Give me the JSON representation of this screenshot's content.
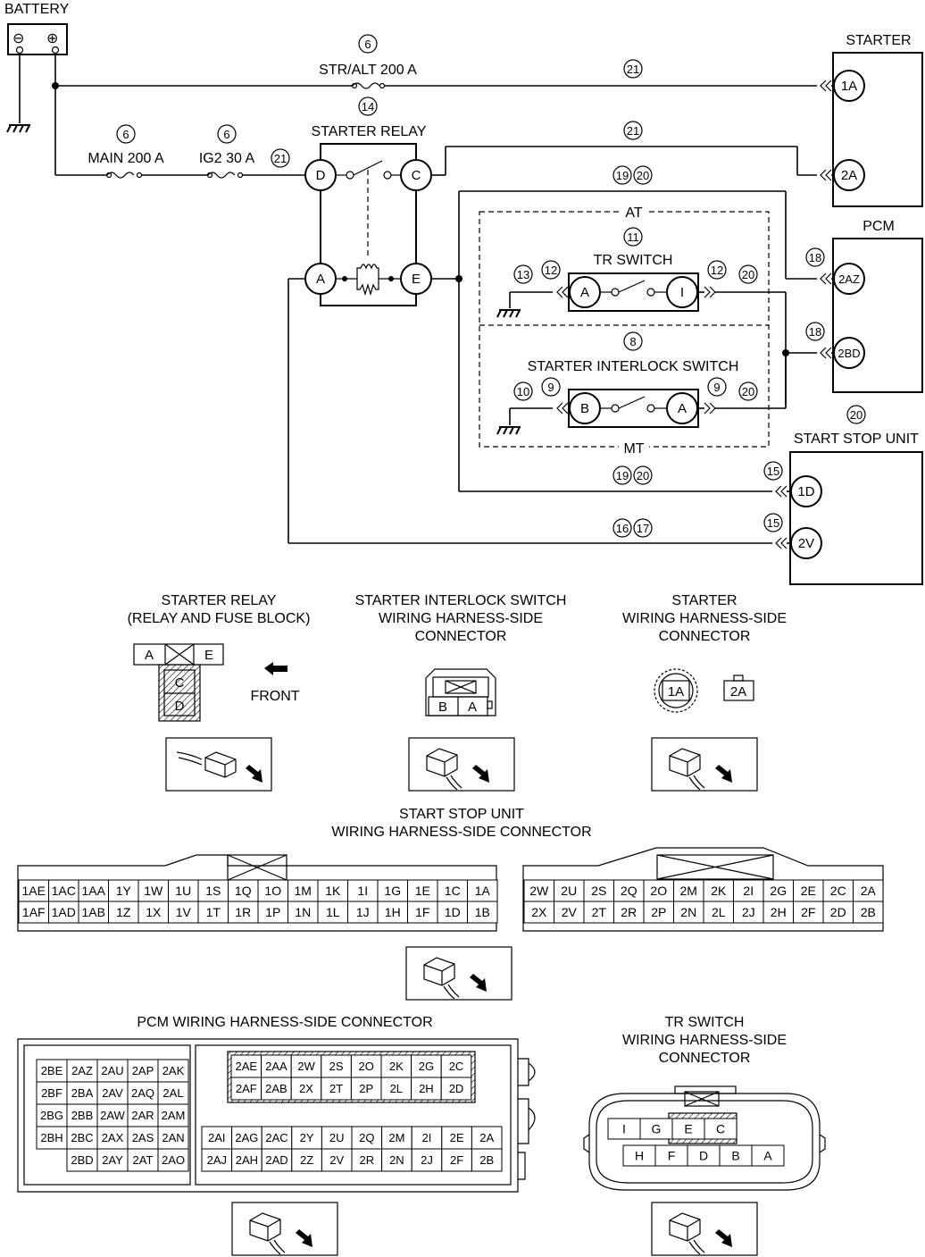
{
  "battery": {
    "label": "BATTERY",
    "neg": "⊖",
    "pos": "⊕"
  },
  "starter": {
    "label": "STARTER",
    "pins": [
      "1A",
      "2A"
    ]
  },
  "pcm": {
    "label": "PCM",
    "pins": [
      "2AZ",
      "2BD"
    ]
  },
  "ssu": {
    "label": "START STOP UNIT",
    "pins": [
      "1D",
      "2V"
    ]
  },
  "relay": {
    "label": "STARTER RELAY",
    "pins": [
      "D",
      "C",
      "A",
      "E"
    ]
  },
  "tr_switch": {
    "label": "TR SWITCH",
    "pins": [
      "A",
      "I"
    ]
  },
  "interlock_switch": {
    "label": "STARTER INTERLOCK SWITCH",
    "pins": [
      "B",
      "A"
    ]
  },
  "fuses": {
    "str_alt": "STR/ALT 200 A",
    "main": "MAIN 200 A",
    "ig2": "IG2 30 A"
  },
  "region_labels": {
    "at": "AT",
    "mt": "MT"
  },
  "refs": {
    "str_alt_top": "6",
    "str_alt_bot": "14",
    "main": "6",
    "ig2": "6",
    "w_top": "21",
    "w_ig2": "21",
    "w_c": "21",
    "w_e_a": "19",
    "w_e_b": "20",
    "tr_block": "11",
    "tr_gnd": "13",
    "tr_l": "12",
    "tr_r": "12",
    "tr_w": "20",
    "pcm_2az": "18",
    "pcm_2bd": "18",
    "pcm_below": "20",
    "il_block": "8",
    "il_gnd": "10",
    "il_l": "9",
    "il_r": "9",
    "il_w": "20",
    "ssu_1d": "15",
    "ssu_2v": "15",
    "w_1d_a": "19",
    "w_1d_b": "20",
    "w_2v_a": "16",
    "w_2v_b": "17"
  },
  "conn_relay": {
    "title1": "STARTER RELAY",
    "title2": "(RELAY AND FUSE BLOCK)",
    "cells": [
      "A",
      "E",
      "C",
      "D"
    ],
    "front": "FRONT"
  },
  "conn_interlock": {
    "title1": "STARTER INTERLOCK SWITCH",
    "title2": "WIRING HARNESS-SIDE",
    "title3": "CONNECTOR",
    "cells": [
      "B",
      "A"
    ]
  },
  "conn_starter": {
    "title1": "STARTER",
    "title2": "WIRING HARNESS-SIDE",
    "title3": "CONNECTOR",
    "cells": [
      "1A",
      "2A"
    ]
  },
  "conn_ssu": {
    "title1": "START STOP UNIT",
    "title2": "WIRING HARNESS-SIDE CONNECTOR",
    "left_top": [
      "1AE",
      "1AC",
      "1AA",
      "1Y",
      "1W",
      "1U",
      "1S",
      "1Q",
      "1O",
      "1M",
      "1K",
      "1I",
      "1G",
      "1E",
      "1C",
      "1A"
    ],
    "left_bot": [
      "1AF",
      "1AD",
      "1AB",
      "1Z",
      "1X",
      "1V",
      "1T",
      "1R",
      "1P",
      "1N",
      "1L",
      "1J",
      "1H",
      "1F",
      "1D",
      "1B"
    ],
    "right_top": [
      "2W",
      "2U",
      "2S",
      "2Q",
      "2O",
      "2M",
      "2K",
      "2I",
      "2G",
      "2E",
      "2C",
      "2A"
    ],
    "right_bot": [
      "2X",
      "2V",
      "2T",
      "2R",
      "2P",
      "2N",
      "2L",
      "2J",
      "2H",
      "2F",
      "2D",
      "2B"
    ]
  },
  "conn_pcm": {
    "title": "PCM WIRING HARNESS-SIDE CONNECTOR",
    "left_rows": [
      [
        "2BE",
        "2AZ",
        "2AU",
        "2AP",
        "2AK"
      ],
      [
        "2BF",
        "2BA",
        "2AV",
        "2AQ",
        "2AL"
      ],
      [
        "2BG",
        "2BB",
        "2AW",
        "2AR",
        "2AM"
      ],
      [
        "2BH",
        "2BC",
        "2AX",
        "2AS",
        "2AN"
      ],
      [
        "",
        "2BD",
        "2AY",
        "2AT",
        "2AO"
      ]
    ],
    "hatched_top": [
      "2AE",
      "2AA",
      "2W",
      "2S",
      "2O",
      "2K",
      "2G",
      "2C"
    ],
    "hatched_bot": [
      "2AF",
      "2AB",
      "2X",
      "2T",
      "2P",
      "2L",
      "2H",
      "2D"
    ],
    "low_top": [
      "2AI",
      "2AG",
      "2AC",
      "2Y",
      "2U",
      "2Q",
      "2M",
      "2I",
      "2E",
      "2A"
    ],
    "low_bot": [
      "2AJ",
      "2AH",
      "2AD",
      "2Z",
      "2V",
      "2R",
      "2N",
      "2J",
      "2F",
      "2B"
    ]
  },
  "conn_tr": {
    "title1": "TR SWITCH",
    "title2": "WIRING HARNESS-SIDE",
    "title3": "CONNECTOR",
    "top": [
      "I",
      "G",
      "E",
      "C"
    ],
    "bot": [
      "H",
      "F",
      "D",
      "B",
      "A"
    ]
  }
}
